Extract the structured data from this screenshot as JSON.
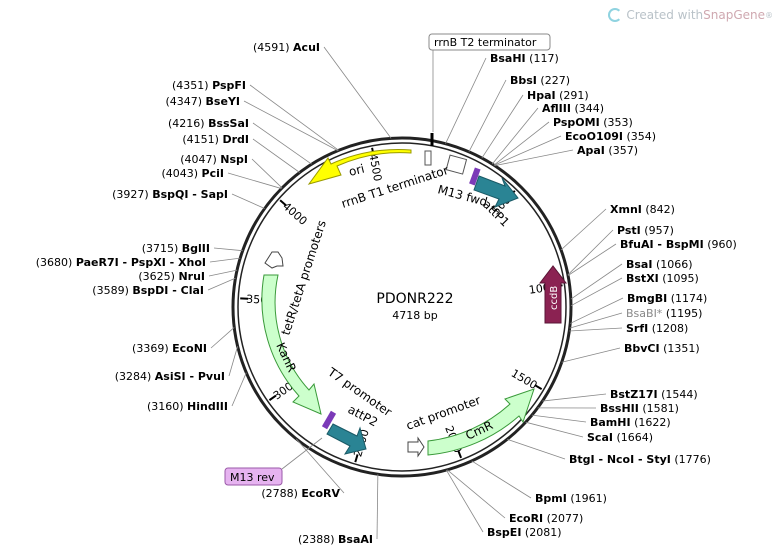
{
  "watermark": {
    "prefix": "Created with ",
    "brand": "SnapGene",
    "mark": "®"
  },
  "plasmid": {
    "name": "PDONR222",
    "length_label": "4718 bp",
    "length": 4718
  },
  "ticks": [
    "500",
    "1000",
    "1500",
    "2000",
    "2500",
    "3000",
    "3500",
    "4000",
    "4500"
  ],
  "features": [
    {
      "id": "ori",
      "label": "ori",
      "color": "#ffff00",
      "stroke": "#a8a800"
    },
    {
      "id": "rrnb-t1",
      "label": "rrnB T1 terminator"
    },
    {
      "id": "m13-fwd",
      "label": "M13 fwd"
    },
    {
      "id": "attp1",
      "label": "attP1",
      "color": "#2e8b9a"
    },
    {
      "id": "ccdb",
      "label": "ccdB",
      "color": "#8b2252"
    },
    {
      "id": "cmr",
      "label": "CmR",
      "color": "#ccffcc",
      "stroke": "#4caf50"
    },
    {
      "id": "cat-promoter",
      "label": "cat promoter"
    },
    {
      "id": "attp2",
      "label": "attP2",
      "color": "#2e8b9a"
    },
    {
      "id": "t7-promoter",
      "label": "T7 promoter"
    },
    {
      "id": "kanr",
      "label": "KanR",
      "color": "#ccffcc",
      "stroke": "#4caf50"
    },
    {
      "id": "tetr-promoters",
      "label": "tetR/tetA promoters"
    }
  ],
  "boxed_labels": {
    "rrnb_t2": "rrnB T2 terminator",
    "m13_rev": "M13 rev"
  },
  "sites": [
    {
      "name": "BsaHI",
      "pos": "(117)",
      "side": "right"
    },
    {
      "name": "BbsI",
      "pos": "(227)",
      "side": "right"
    },
    {
      "name": "HpaI",
      "pos": "(291)",
      "side": "right"
    },
    {
      "name": "AflIII",
      "pos": "(344)",
      "side": "right"
    },
    {
      "name": "PspOMI",
      "pos": "(353)",
      "side": "right"
    },
    {
      "name": "EcoO109I",
      "pos": "(354)",
      "side": "right"
    },
    {
      "name": "ApaI",
      "pos": "(357)",
      "side": "right"
    },
    {
      "name": "XmnI",
      "pos": "(842)",
      "side": "right"
    },
    {
      "name": "PstI",
      "pos": "(957)",
      "side": "right"
    },
    {
      "name": "BfuAI - BspMI",
      "pos": "(960)",
      "side": "right"
    },
    {
      "name": "BsaI",
      "pos": "(1066)",
      "side": "right"
    },
    {
      "name": "BstXI",
      "pos": "(1095)",
      "side": "right"
    },
    {
      "name": "BmgBI",
      "pos": "(1174)",
      "side": "right"
    },
    {
      "name": "BsaBI*",
      "pos": "(1195)",
      "side": "right",
      "grey": true
    },
    {
      "name": "SrfI",
      "pos": "(1208)",
      "side": "right"
    },
    {
      "name": "BbvCI",
      "pos": "(1351)",
      "side": "right"
    },
    {
      "name": "BstZ17I",
      "pos": "(1544)",
      "side": "right"
    },
    {
      "name": "BssHII",
      "pos": "(1581)",
      "side": "right"
    },
    {
      "name": "BamHI",
      "pos": "(1622)",
      "side": "right"
    },
    {
      "name": "ScaI",
      "pos": "(1664)",
      "side": "right"
    },
    {
      "name": "BtgI - NcoI - StyI",
      "pos": "(1776)",
      "side": "right"
    },
    {
      "name": "BpmI",
      "pos": "(1961)",
      "side": "right"
    },
    {
      "name": "EcoRI",
      "pos": "(2077)",
      "side": "right"
    },
    {
      "name": "BspEI",
      "pos": "(2081)",
      "side": "right"
    },
    {
      "name": "BsaAI",
      "pos": "(2388)",
      "side": "left"
    },
    {
      "name": "EcoRV",
      "pos": "(2788)",
      "side": "left"
    },
    {
      "name": "HindIII",
      "pos": "(3160)",
      "side": "left"
    },
    {
      "name": "AsiSI - PvuI",
      "pos": "(3284)",
      "side": "left"
    },
    {
      "name": "EcoNI",
      "pos": "(3369)",
      "side": "left"
    },
    {
      "name": "BspDI - ClaI",
      "pos": "(3589)",
      "side": "left"
    },
    {
      "name": "NruI",
      "pos": "(3625)",
      "side": "left"
    },
    {
      "name": "PaeR7I - PspXI - XhoI",
      "pos": "(3680)",
      "side": "left"
    },
    {
      "name": "BglII",
      "pos": "(3715)",
      "side": "left"
    },
    {
      "name": "BspQI - SapI",
      "pos": "(3927)",
      "side": "left"
    },
    {
      "name": "PciI",
      "pos": "(4043)",
      "side": "left"
    },
    {
      "name": "NspI",
      "pos": "(4047)",
      "side": "left"
    },
    {
      "name": "DrdI",
      "pos": "(4151)",
      "side": "left"
    },
    {
      "name": "BssSaI",
      "pos": "(4216)",
      "side": "left"
    },
    {
      "name": "BseYI",
      "pos": "(4347)",
      "side": "left"
    },
    {
      "name": "PspFI",
      "pos": "(4351)",
      "side": "left"
    },
    {
      "name": "AcuI",
      "pos": "(4591)",
      "side": "left"
    }
  ]
}
